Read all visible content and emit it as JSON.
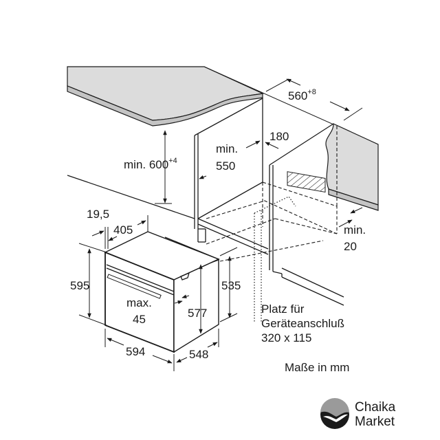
{
  "dimensions": {
    "niche_width": "560",
    "niche_width_tol": "+8",
    "niche_height_prefix": "min. 600",
    "niche_height_tol": "+4",
    "niche_depth_label": "min.",
    "niche_depth_value": "550",
    "connection_offset": "180",
    "gap_label": "min.",
    "gap_value": "20",
    "front_offset": "19,5",
    "door_depth": "405",
    "oven_height": "595",
    "handle_label": "max.",
    "handle_value": "45",
    "body_height": "577",
    "side_height": "535",
    "oven_width": "594",
    "oven_depth": "548"
  },
  "notes": {
    "connection_line1": "Platz für",
    "connection_line2": "Geräteanschluß",
    "connection_line3": "320 x 115",
    "units": "Maße in mm"
  },
  "logo": {
    "line1": "Chaika",
    "line2": "Market"
  }
}
